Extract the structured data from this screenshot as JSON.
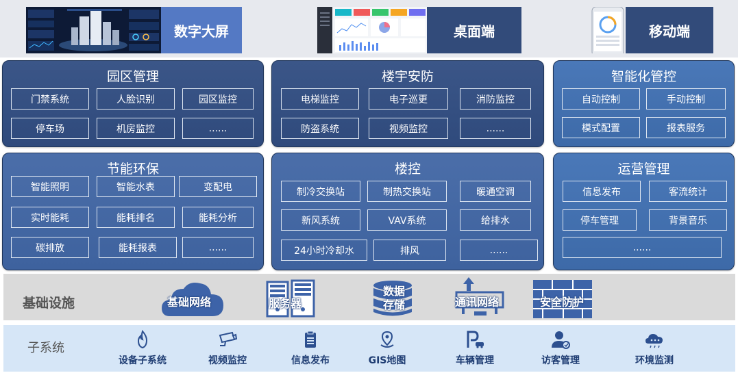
{
  "clients": [
    {
      "label": "数字大屏"
    },
    {
      "label": "桌面端"
    },
    {
      "label": "移动端"
    }
  ],
  "panels": {
    "park": {
      "title": "园区管理",
      "items": [
        "门禁系统",
        "人脸识别",
        "园区监控",
        "停车场",
        "机房监控",
        "......"
      ]
    },
    "security": {
      "title": "楼宇安防",
      "items": [
        "电梯监控",
        "电子巡更",
        "消防监控",
        "防盗系统",
        "视频监控",
        "......"
      ]
    },
    "smart": {
      "title": "智能化管控",
      "items": [
        "自动控制",
        "手动控制",
        "模式配置",
        "报表服务"
      ]
    },
    "energy": {
      "title": "节能环保",
      "items": [
        "智能照明",
        "智能水表",
        "变配电",
        "实时能耗",
        "能耗排名",
        "能耗分析",
        "碳排放",
        "能耗报表",
        "......"
      ]
    },
    "building": {
      "title": "楼控",
      "items": [
        "制冷交换站",
        "制热交换站",
        "暖通空调",
        "新风系统",
        "VAV系统",
        "给排水",
        "24小时冷却水",
        "排风",
        "......"
      ]
    },
    "operation": {
      "title": "运营管理",
      "items": [
        "信息发布",
        "客流统计",
        "停车管理",
        "背景音乐",
        "......"
      ]
    }
  },
  "infrastructure": {
    "title": "基础设施",
    "items": [
      {
        "label": "基础网络",
        "icon": "cloud-icon"
      },
      {
        "label": "服务器",
        "icon": "server-icon"
      },
      {
        "label": "数据存储",
        "icon": "database-icon"
      },
      {
        "label": "通讯网络",
        "icon": "network-icon"
      },
      {
        "label": "安全防护",
        "icon": "firewall-icon"
      }
    ]
  },
  "subsystems": {
    "title": "子系统",
    "items": [
      {
        "label": "设备子系统",
        "icon": "flame-icon"
      },
      {
        "label": "视频监控",
        "icon": "camera-icon"
      },
      {
        "label": "信息发布",
        "icon": "clipboard-icon"
      },
      {
        "label": "GIS地图",
        "icon": "map-pin-icon"
      },
      {
        "label": "车辆管理",
        "icon": "parking-icon"
      },
      {
        "label": "访客管理",
        "icon": "visitor-icon"
      },
      {
        "label": "环境监测",
        "icon": "weather-icon"
      }
    ]
  },
  "colors": {
    "label_bg_1": "#5479c4",
    "label_bg_2": "#324b7a",
    "panel_dark": "#34507f",
    "panel_light": "#4a78b8",
    "infra_icon": "#3d63a8",
    "sub_icon": "#2c4f8f"
  }
}
